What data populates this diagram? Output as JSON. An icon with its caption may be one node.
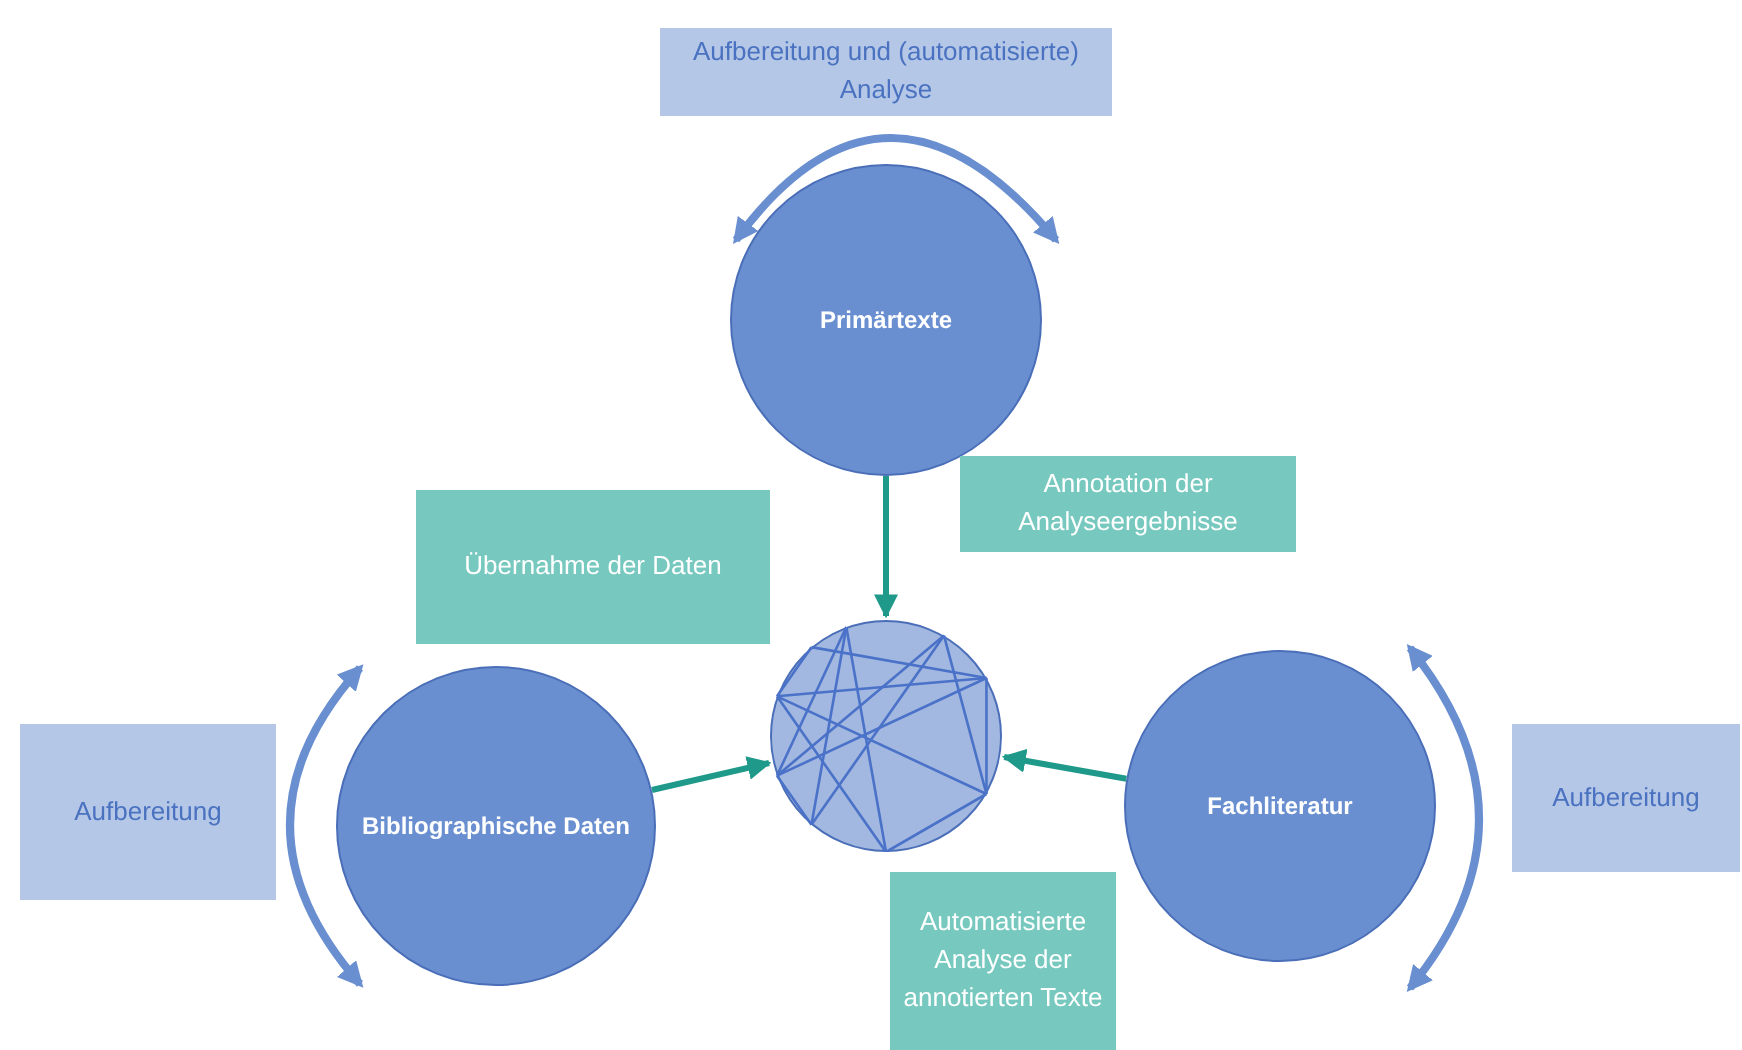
{
  "diagram": {
    "nodes": [
      {
        "text": [
          "Primärtexte"
        ]
      },
      {
        "text": [
          "Bibliographische Daten"
        ]
      },
      {
        "text": [
          "Fachliteratur"
        ]
      },
      {
        "text": [],
        "shape": "circle"
      },
      {
        "text": [
          "Aufbereitung und (automatisierte) Analyse"
        ]
      },
      {
        "text": [
          "Annotation der Analyseergebnisse"
        ]
      },
      {
        "text": [
          "Übernahme der Daten"
        ]
      },
      {
        "text": [
          "Aufbereitung"
        ]
      },
      {
        "text": [
          "Aufbereitung"
        ]
      },
      {
        "text": [
          "Automatisierte Analyse der annotierten Texte"
        ]
      }
    ],
    "edges": [
      {
        "from": 0,
        "to": 3,
        "arrow": "to"
      },
      {
        "from": 1,
        "to": 3,
        "arrow": "to"
      },
      {
        "from": 2,
        "to": 3,
        "arrow": "to"
      }
    ]
  }
}
